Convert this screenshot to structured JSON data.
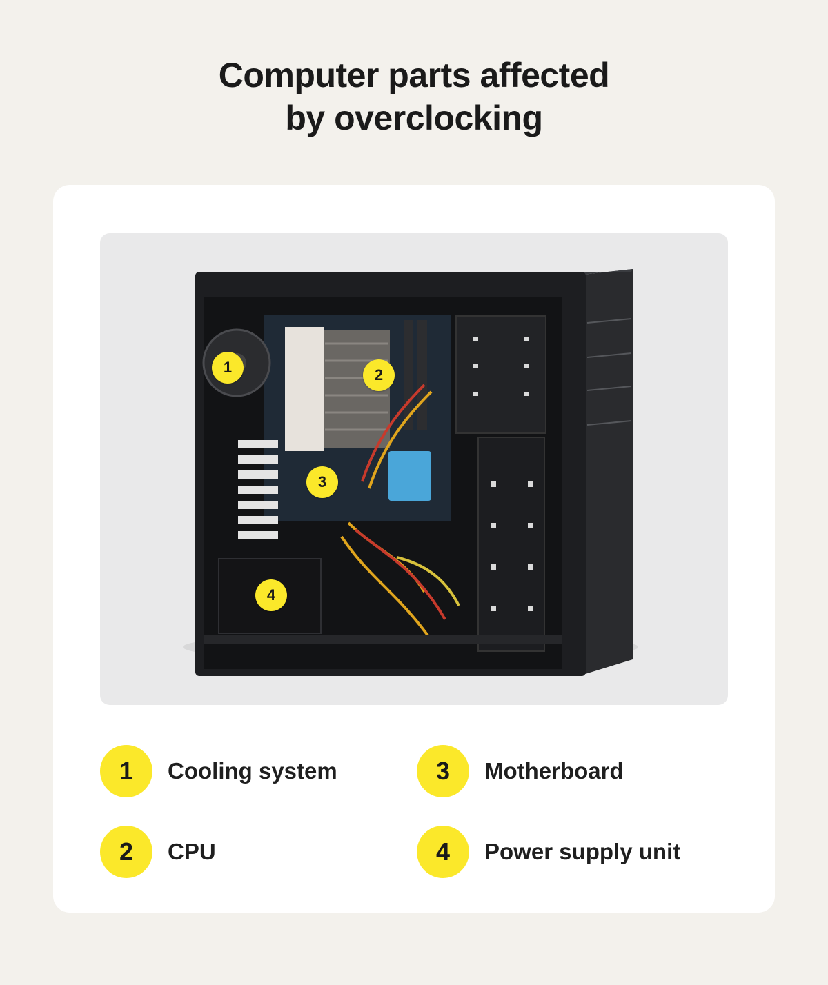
{
  "title": {
    "line1": "Computer parts affected",
    "line2": "by overclocking"
  },
  "markers": [
    "1",
    "2",
    "3",
    "4"
  ],
  "legend": [
    {
      "number": "1",
      "label": "Cooling system"
    },
    {
      "number": "2",
      "label": "CPU"
    },
    {
      "number": "3",
      "label": "Motherboard"
    },
    {
      "number": "4",
      "label": "Power supply unit"
    }
  ],
  "colors": {
    "background": "#f3f1ec",
    "card": "#ffffff",
    "photo_bg": "#e9e9ea",
    "accent_yellow": "#fbe82a",
    "text": "#1a1a1a"
  }
}
